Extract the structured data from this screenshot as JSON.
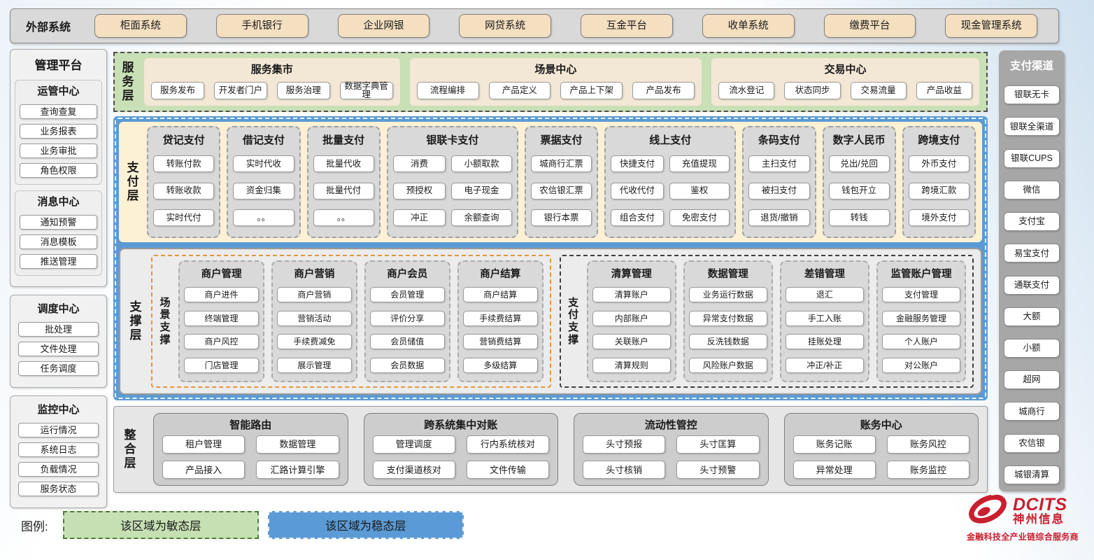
{
  "external_systems": {
    "label": "外部系统",
    "items": [
      "柜面系统",
      "手机银行",
      "企业网银",
      "网贷系统",
      "互金平台",
      "收单系统",
      "缴费平台",
      "现金管理系统"
    ]
  },
  "management_platform": {
    "title": "管理平台",
    "groups": [
      {
        "title": "运管中心",
        "items": [
          "查询查复",
          "业务报表",
          "业务审批",
          "角色权限"
        ]
      },
      {
        "title": "消息中心",
        "items": [
          "通知预警",
          "消息模板",
          "推送管理"
        ]
      },
      {
        "title": "调度中心",
        "items": [
          "批处理",
          "文件处理",
          "任务调度"
        ]
      },
      {
        "title": "监控中心",
        "items": [
          "运行情况",
          "系统日志",
          "负载情况",
          "服务状态"
        ]
      }
    ]
  },
  "service_layer": {
    "label": "服务层",
    "groups": [
      {
        "title": "服务集市",
        "items": [
          "服务发布",
          "开发者门户",
          "服务治理",
          "数据字典管理"
        ]
      },
      {
        "title": "场景中心",
        "items": [
          "流程编排",
          "产品定义",
          "产品上下架",
          "产品发布"
        ]
      },
      {
        "title": "交易中心",
        "items": [
          "流水登记",
          "状态同步",
          "交易流量",
          "产品收益"
        ]
      }
    ]
  },
  "payment_layer": {
    "label": "支付层",
    "columns": [
      {
        "title": "贷记支付",
        "cols": 1,
        "items": [
          "转账付款",
          "转账收款",
          "实时代付"
        ]
      },
      {
        "title": "借记支付",
        "cols": 1,
        "items": [
          "实时代收",
          "资金归集",
          "。。"
        ]
      },
      {
        "title": "批量支付",
        "cols": 1,
        "items": [
          "批量代收",
          "批量代付",
          "。。"
        ]
      },
      {
        "title": "银联卡支付",
        "cols": 2,
        "items": [
          "消费",
          "小额取款",
          "预授权",
          "电子现金",
          "冲正",
          "余额查询"
        ]
      },
      {
        "title": "票据支付",
        "cols": 1,
        "items": [
          "城商行汇票",
          "农信银汇票",
          "银行本票"
        ]
      },
      {
        "title": "线上支付",
        "cols": 2,
        "items": [
          "快捷支付",
          "充值提现",
          "代收代付",
          "鉴权",
          "组合支付",
          "免密支付"
        ]
      },
      {
        "title": "条码支付",
        "cols": 1,
        "items": [
          "主扫支付",
          "被扫支付",
          "退货/撤销"
        ]
      },
      {
        "title": "数字人民币",
        "cols": 1,
        "items": [
          "兑出/兑回",
          "钱包开立",
          "转钱"
        ]
      },
      {
        "title": "跨境支付",
        "cols": 1,
        "items": [
          "外币支付",
          "跨境汇款",
          "境外支付"
        ]
      }
    ]
  },
  "support_layer": {
    "label": "支撑层",
    "groups": [
      {
        "label": "场景支撑",
        "style": "scene",
        "columns": [
          {
            "title": "商户管理",
            "items": [
              "商户进件",
              "终端管理",
              "商户风控",
              "门店管理"
            ]
          },
          {
            "title": "商户营销",
            "items": [
              "商户营销",
              "营销活动",
              "手续费减免",
              "展示管理"
            ]
          },
          {
            "title": "商户会员",
            "items": [
              "会员管理",
              "评价分享",
              "会员储值",
              "会员数据"
            ]
          },
          {
            "title": "商户结算",
            "items": [
              "商户结算",
              "手续费结算",
              "营销费结算",
              "多级结算"
            ]
          }
        ]
      },
      {
        "label": "支付支撑",
        "style": "pay",
        "columns": [
          {
            "title": "清算管理",
            "items": [
              "清算账户",
              "内部账户",
              "关联账户",
              "清算规则"
            ]
          },
          {
            "title": "数据管理",
            "items": [
              "业务运行数据",
              "异常支付数据",
              "反洗钱数据",
              "风险账户数据"
            ]
          },
          {
            "title": "差错管理",
            "items": [
              "退汇",
              "手工入账",
              "挂账处理",
              "冲正/补正"
            ]
          },
          {
            "title": "监管账户管理",
            "items": [
              "支付管理",
              "金融服务管理",
              "个人账户",
              "对公账户"
            ]
          }
        ]
      }
    ]
  },
  "integration_layer": {
    "label": "整合层",
    "groups": [
      {
        "title": "智能路由",
        "items": [
          "租户管理",
          "数据管理",
          "产品接入",
          "汇路计算引擎"
        ]
      },
      {
        "title": "跨系统集中对账",
        "items": [
          "管理调度",
          "行内系统核对",
          "支付渠道核对",
          "文件传输"
        ]
      },
      {
        "title": "流动性管控",
        "items": [
          "头寸预报",
          "头寸匡算",
          "头寸核销",
          "头寸预警"
        ]
      },
      {
        "title": "账务中心",
        "items": [
          "账务记账",
          "账务风控",
          "异常处理",
          "账务监控"
        ]
      }
    ]
  },
  "payment_channels": {
    "title": "支付渠道",
    "items": [
      "银联无卡",
      "银联全渠道",
      "银联CUPS",
      "微信",
      "支付宝",
      "易宝支付",
      "通联支付",
      "大额",
      "小额",
      "超网",
      "城商行",
      "农信银",
      "城银清算"
    ]
  },
  "legend": {
    "label": "图例:",
    "items": [
      {
        "text": "该区域为敏态层",
        "color": "#c6e0b4",
        "border": "#4f7a35"
      },
      {
        "text": "该区域为稳态层",
        "color": "#5b9bd5",
        "border": "#eef5fc"
      }
    ]
  },
  "logo": {
    "brand": "DCITS",
    "company": "神州信息",
    "tagline": "金融科技全产业链综合服务商",
    "color": "#c8202f"
  },
  "colors": {
    "stable_blue": "#5b9bd5",
    "agile_green": "#c9dfb6",
    "payment_cream": "#fcf1d4",
    "panel_gray": "#d9d9d9",
    "channel_gray": "#a7a7a7",
    "external_tan": "#f4dfc0",
    "scene_orange_border": "#e0963e"
  }
}
